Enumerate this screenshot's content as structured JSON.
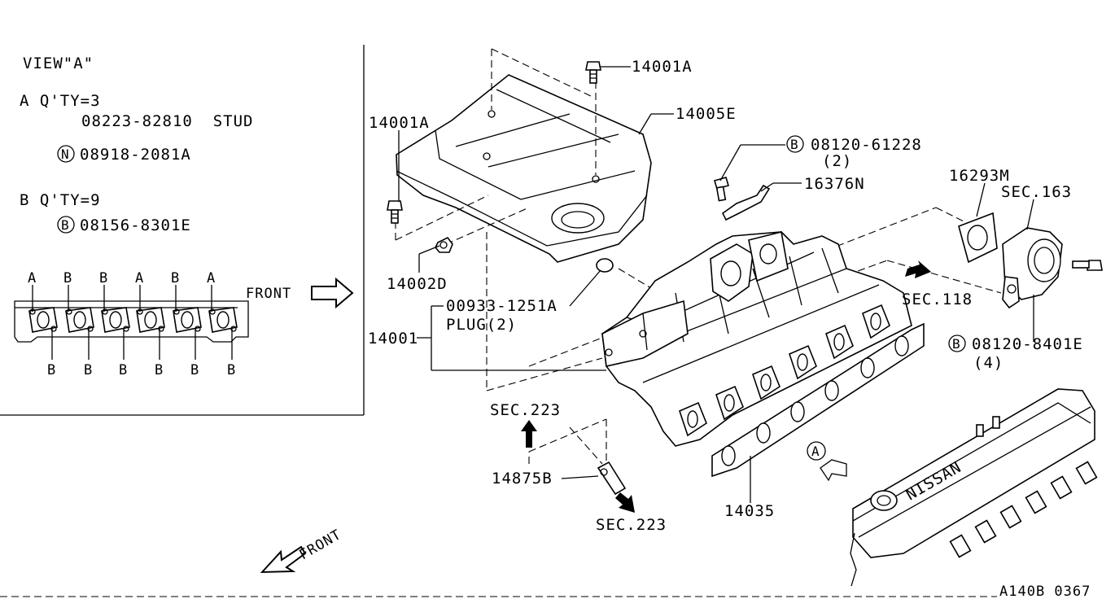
{
  "view_panel": {
    "title": "VIEW\"A\"",
    "line_a": "A  Q'TY=3",
    "line_a_part": "08223-82810  STUD",
    "line_a_sub_symbol": "N",
    "line_a_sub_part": "08918-2081A",
    "line_b": "B  Q'TY=9",
    "line_b_sub_symbol": "B",
    "line_b_sub_part": "08156-8301E",
    "top_letters": [
      "A",
      "B",
      "B",
      "A",
      "B",
      "A"
    ],
    "bottom_letters": [
      "B",
      "B",
      "B",
      "B",
      "B",
      "B"
    ],
    "front_label": "FRONT"
  },
  "callouts": {
    "p14001A_top": "14001A",
    "p14005E": "14005E",
    "p14001A_left": "14001A",
    "p08120_61228_symbol": "B",
    "p08120_61228": "08120-61228",
    "p08120_61228_qty": "(2)",
    "p16376N": "16376N",
    "p16293M": "16293M",
    "sec163": "SEC.163",
    "p14002D": "14002D",
    "p00933": "00933-1251A",
    "plug": "PLUG(2)",
    "sec118": "SEC.118",
    "p14001": "14001",
    "p08120_8401E_symbol": "B",
    "p08120_8401E": "08120-8401E",
    "p08120_8401E_qty": "(4)",
    "sec223_top": "SEC.223",
    "p14875B": "14875B",
    "sec223_bottom": "SEC.223",
    "p14035": "14035",
    "view_a_marker": "A",
    "front_bottom": "FRONT",
    "nissan": "NISSAN",
    "diagram_code": "A140B 0367"
  }
}
